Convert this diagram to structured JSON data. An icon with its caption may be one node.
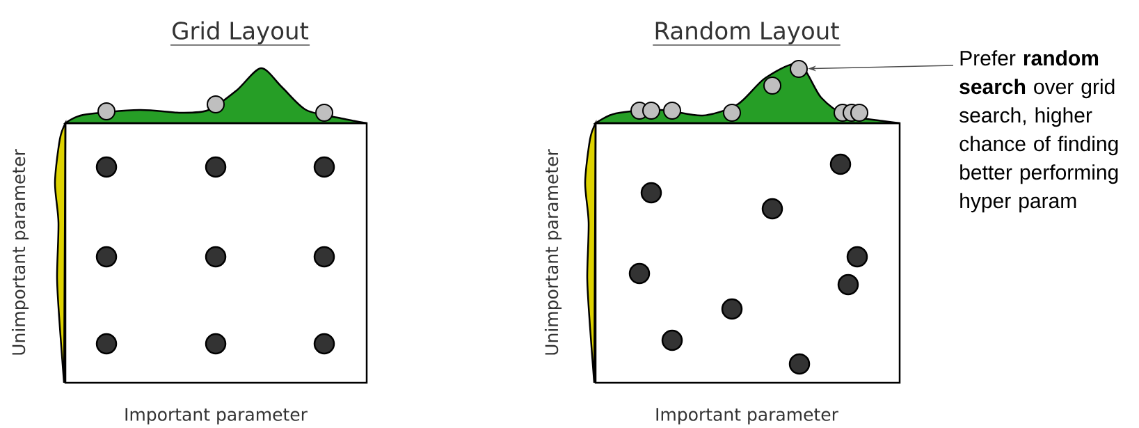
{
  "diagram": {
    "nodes": [
      {
        "text": [
          "Prefer **random search** over grid search, higher chance of finding better performing hyper param"
        ]
      },
      {
        "text": [],
        "shape": "circle"
      }
    ],
    "edges": [
      {
        "from": 0,
        "to": 1,
        "arrow": "to"
      }
    ],
    "labels": [
      "Grid Layout",
      "Unimportant parameter",
      "Important parameter",
      "Random Layout",
      "Unimportant parameter",
      "Important parameter"
    ]
  }
}
